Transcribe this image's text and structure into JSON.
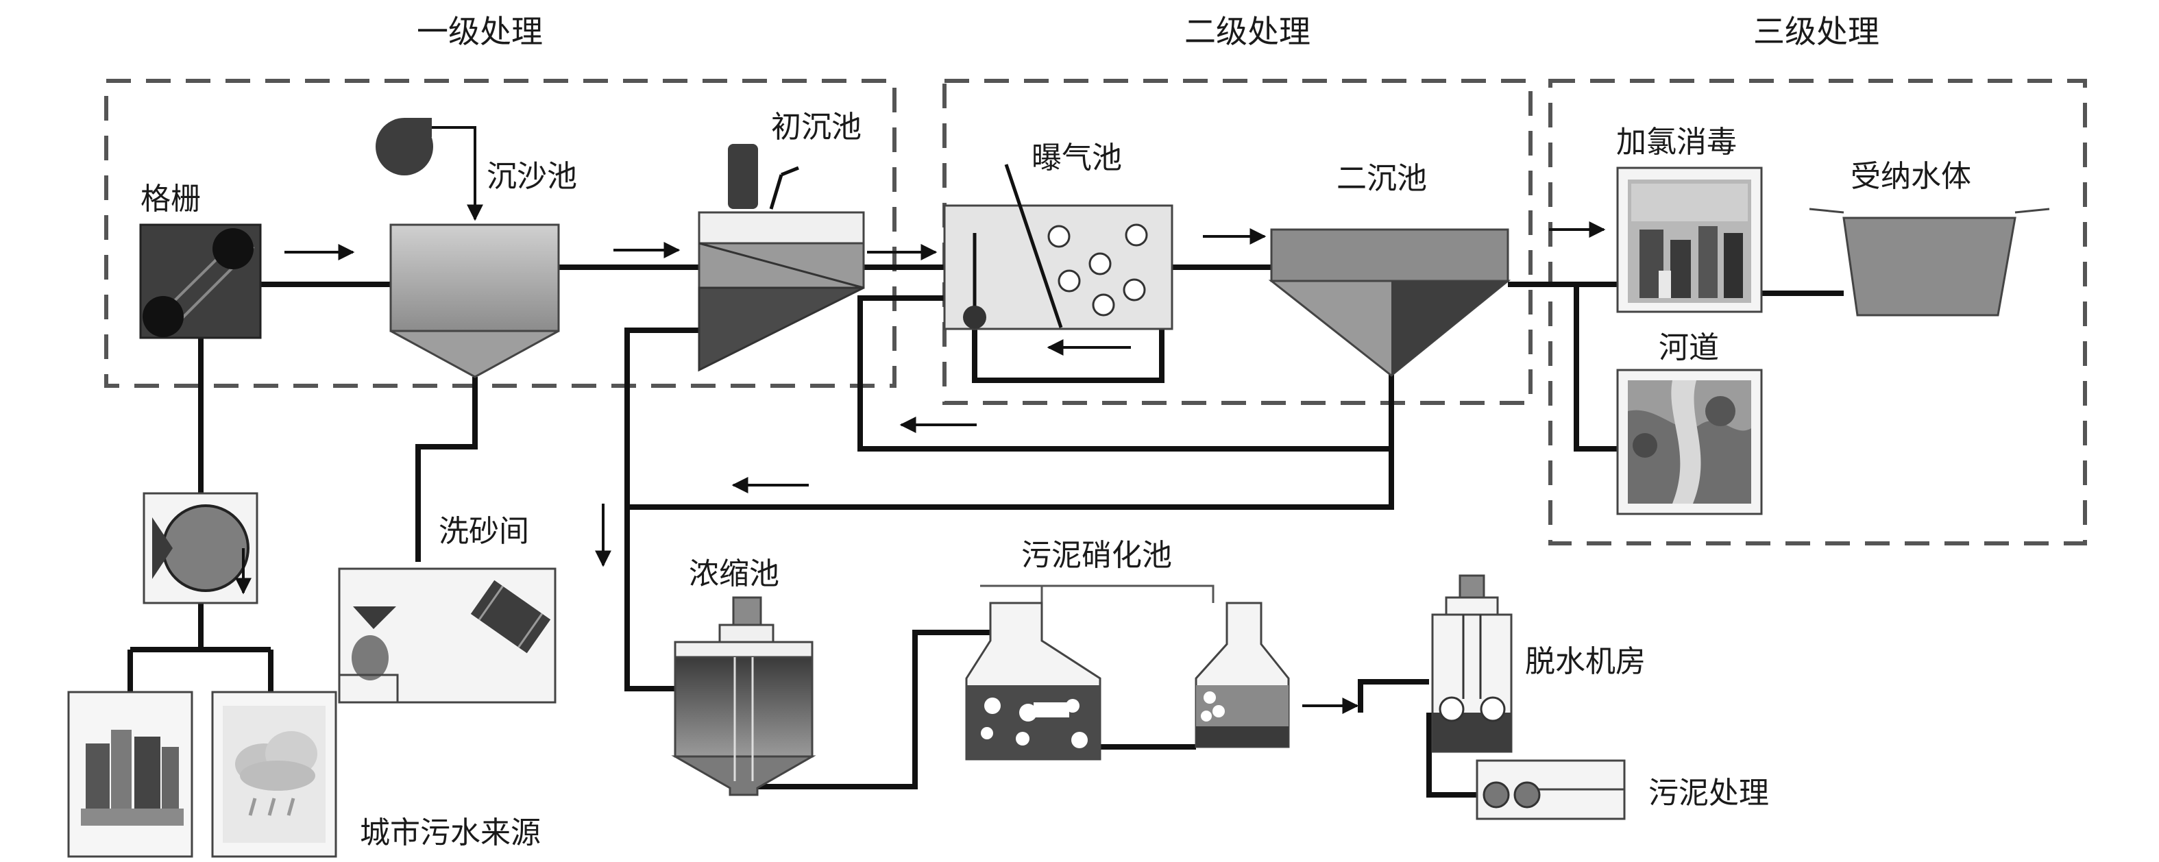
{
  "sections": {
    "primary": "一级处理",
    "secondary": "二级处理",
    "tertiary": "三级处理"
  },
  "labels": {
    "screen": "格栅",
    "grit_chamber": "沉沙池",
    "primary_clarifier": "初沉池",
    "aeration_tank": "曝气池",
    "secondary_clarifier": "二沉池",
    "chlorination": "加氯消毒",
    "receiving_water": "受纳水体",
    "river": "河道",
    "sand_washing": "洗砂间",
    "thickener": "浓缩池",
    "digester": "污泥硝化池",
    "dewatering": "脱水机房",
    "sludge_disposal": "污泥处理",
    "wastewater_source": "城市污水来源"
  },
  "icons": {
    "blower": "blower-fan-icon",
    "pump": "pump-icon",
    "mixer": "mixer-motor-icon",
    "city": "city-icon",
    "rain": "rain-cloud-icon",
    "chlorination_photo": "chlorination-plant-photo",
    "river_photo": "river-map-photo"
  },
  "colors": {
    "dark": "#3d3d3d",
    "mid": "#8a8a8a",
    "light": "#c8c8c8",
    "pale": "#e6e6e6",
    "line": "#111111"
  }
}
